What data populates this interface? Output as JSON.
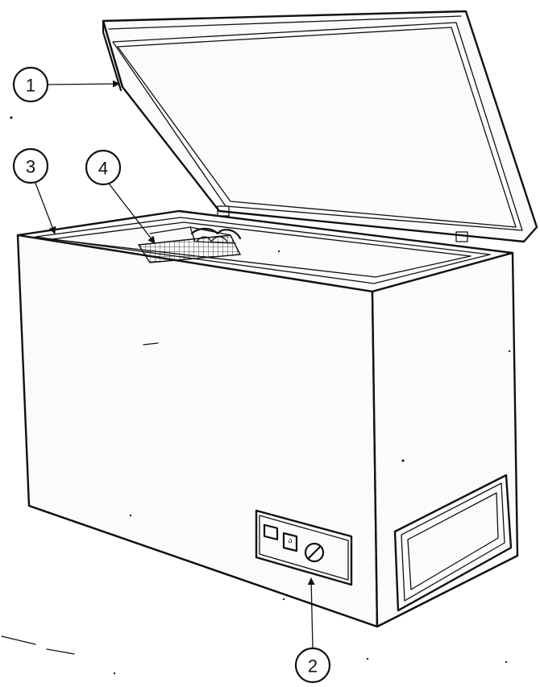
{
  "callouts": [
    {
      "id": "1",
      "label": "1",
      "part": "lid"
    },
    {
      "id": "2",
      "label": "2",
      "part": "control-panel"
    },
    {
      "id": "3",
      "label": "3",
      "part": "cabinet-rim"
    },
    {
      "id": "4",
      "label": "4",
      "part": "storage-basket"
    }
  ],
  "colors": {
    "line": "#111111",
    "paper": "#ffffff"
  }
}
